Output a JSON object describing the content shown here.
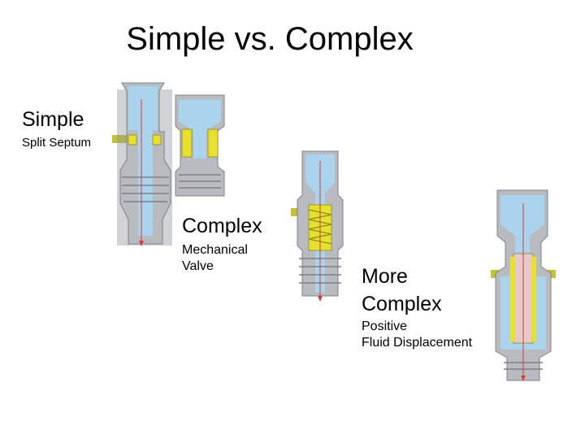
{
  "slide": {
    "title": "Simple vs. Complex"
  },
  "simple": {
    "heading": "Simple",
    "caption": "Split Septum"
  },
  "complex": {
    "heading": "Complex",
    "caption_line1": "Mechanical",
    "caption_line2": "Valve"
  },
  "more_complex": {
    "heading_line1": "More",
    "heading_line2": "Complex",
    "caption_line1": "Positive",
    "caption_line2": "Fluid Displacement"
  },
  "colors": {
    "fluid": "#a9d4ec",
    "gray_body": "#b8bcc0",
    "yellow": "#e8e030",
    "olive_bar": "#c2c238",
    "red_arrow": "#d23c3c"
  }
}
